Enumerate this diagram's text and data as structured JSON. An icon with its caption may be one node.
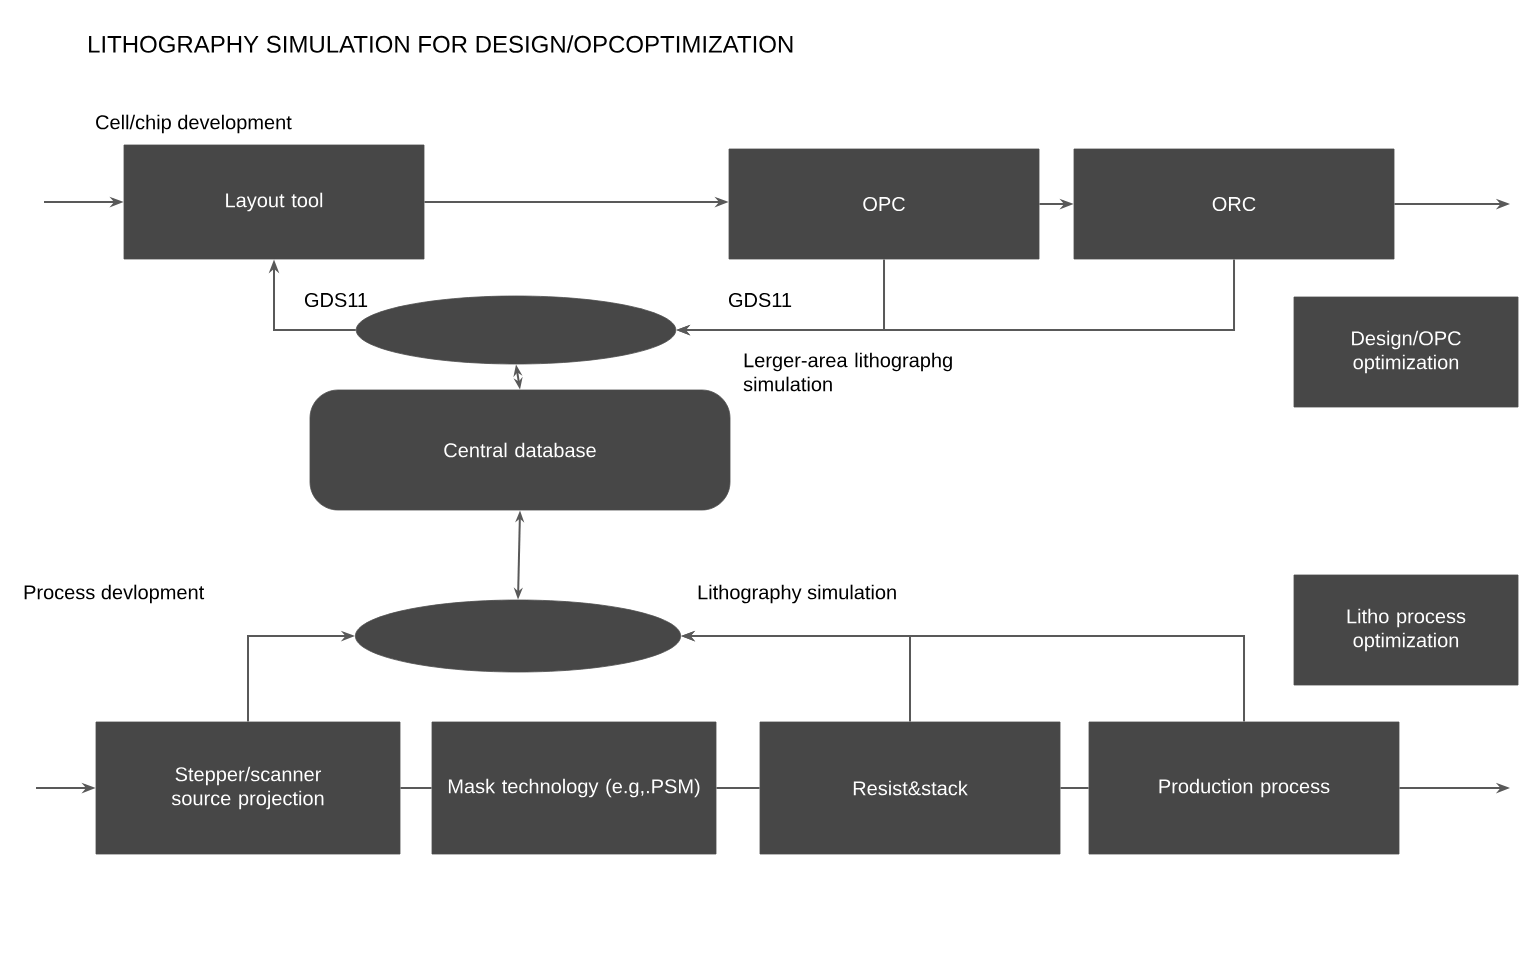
{
  "diagram": {
    "title": "LITHOGRAPHY SIMULATION FOR DESIGN/OPCOPTIMIZATION",
    "nodes": [
      {
        "text": [
          "Layout tool"
        ]
      },
      {
        "text": [
          "OPC"
        ]
      },
      {
        "text": [
          "ORC"
        ]
      },
      {
        "text": [],
        "shape": "ellipse"
      },
      {
        "text": [
          "Design/OPC optimization"
        ]
      },
      {
        "text": [
          "Central database"
        ]
      },
      {
        "text": [],
        "shape": "ellipse"
      },
      {
        "text": [
          "Litho process optimization"
        ]
      },
      {
        "text": [
          "Stepper/scanner source projection"
        ]
      },
      {
        "text": [
          "Mask technology (e.g,.PSM)"
        ]
      },
      {
        "text": [
          "Resist&stack"
        ]
      },
      {
        "text": [
          "Production process"
        ]
      }
    ],
    "edges": [
      {
        "from": null,
        "to": 0,
        "arrow": "to"
      },
      {
        "from": 0,
        "to": 1,
        "arrow": "to"
      },
      {
        "from": 1,
        "to": 2,
        "arrow": "to"
      },
      {
        "from": 2,
        "to": null,
        "arrow": "to"
      },
      {
        "from": 1,
        "to": 3,
        "arrow": "to",
        "label": "GDS11"
      },
      {
        "from": 2,
        "to": 3,
        "arrow": "to"
      },
      {
        "from": 3,
        "to": 0,
        "arrow": "to",
        "label": "GDS11"
      },
      {
        "from": 3,
        "to": 5,
        "arrow": "both"
      },
      {
        "from": 5,
        "to": 6,
        "arrow": "both"
      },
      {
        "from": 8,
        "to": 6,
        "arrow": "to"
      },
      {
        "from": 10,
        "to": 6,
        "arrow": "to"
      },
      {
        "from": 11,
        "to": 6,
        "arrow": "to"
      },
      {
        "from": null,
        "to": 8,
        "arrow": "to"
      },
      {
        "from": 8,
        "to": 9,
        "arrow": "none"
      },
      {
        "from": 9,
        "to": 10,
        "arrow": "none"
      },
      {
        "from": 10,
        "to": 11,
        "arrow": "none"
      },
      {
        "from": 11,
        "to": null,
        "arrow": "to"
      }
    ],
    "labels": [
      "Cell/chip development",
      "Lerger-area lithographg simulation",
      "Process devlopment",
      "Lithography simulation"
    ]
  }
}
